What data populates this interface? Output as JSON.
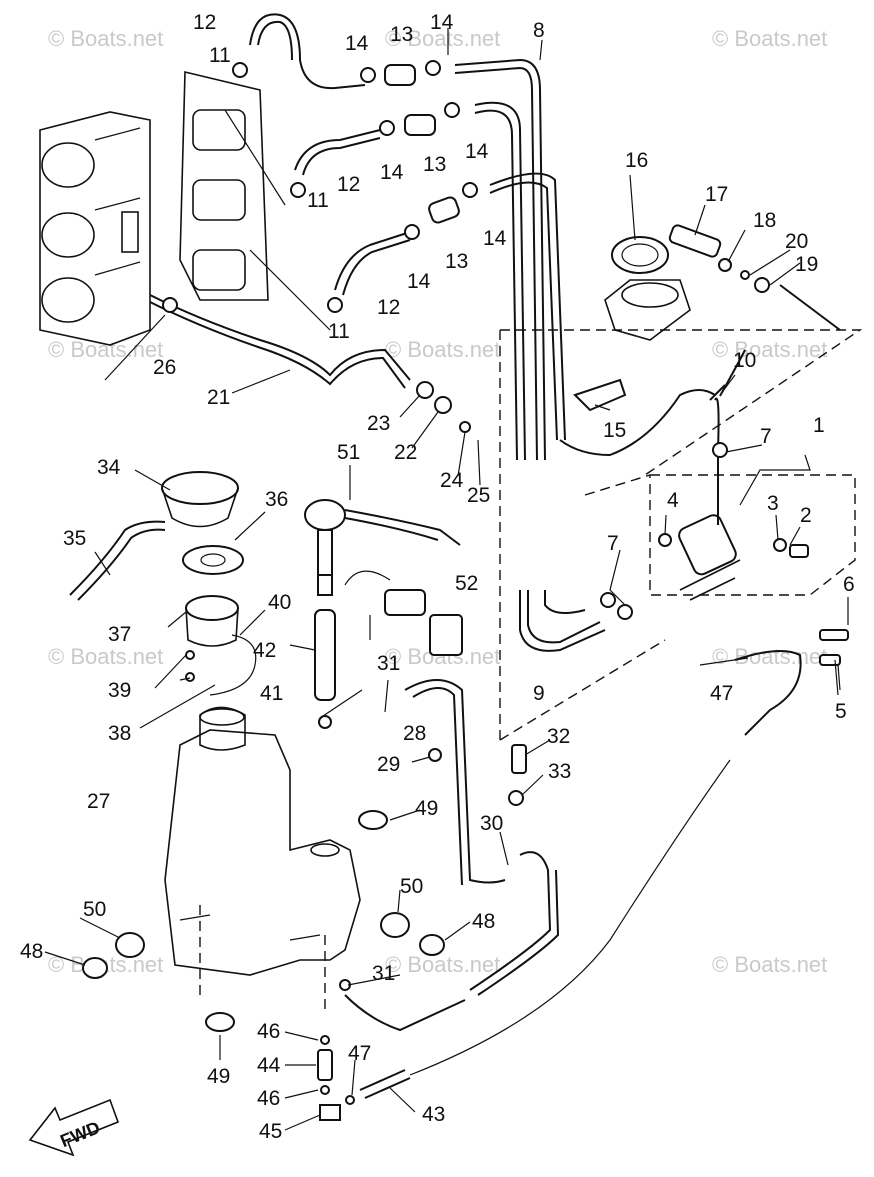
{
  "watermark": "© Boats.net",
  "fwd_label": "FWD",
  "callouts": {
    "c1": "1",
    "c2": "2",
    "c3": "3",
    "c4": "4",
    "c5": "5",
    "c6": "6",
    "c7a": "7",
    "c7b": "7",
    "c8": "8",
    "c9": "9",
    "c10": "10",
    "c11a": "11",
    "c11b": "11",
    "c11c": "11",
    "c12a": "12",
    "c12b": "12",
    "c12c": "12",
    "c13a": "13",
    "c13b": "13",
    "c13c": "13",
    "c14a": "14",
    "c14b": "14",
    "c14c": "14",
    "c14d": "14",
    "c14e": "14",
    "c14f": "14",
    "c15": "15",
    "c16": "16",
    "c17": "17",
    "c18": "18",
    "c19": "19",
    "c20": "20",
    "c21": "21",
    "c22": "22",
    "c23": "23",
    "c24": "24",
    "c25": "25",
    "c26": "26",
    "c27": "27",
    "c28": "28",
    "c29": "29",
    "c30": "30",
    "c31a": "31",
    "c31b": "31",
    "c32": "32",
    "c33": "33",
    "c34": "34",
    "c35": "35",
    "c36": "36",
    "c37": "37",
    "c38": "38",
    "c39": "39",
    "c40": "40",
    "c41": "41",
    "c42": "42",
    "c43": "43",
    "c44": "44",
    "c45": "45",
    "c46a": "46",
    "c46b": "46",
    "c47a": "47",
    "c47b": "47",
    "c48a": "48",
    "c48b": "48",
    "c49a": "49",
    "c49b": "49",
    "c50a": "50",
    "c50b": "50",
    "c51": "51",
    "c52": "52"
  }
}
